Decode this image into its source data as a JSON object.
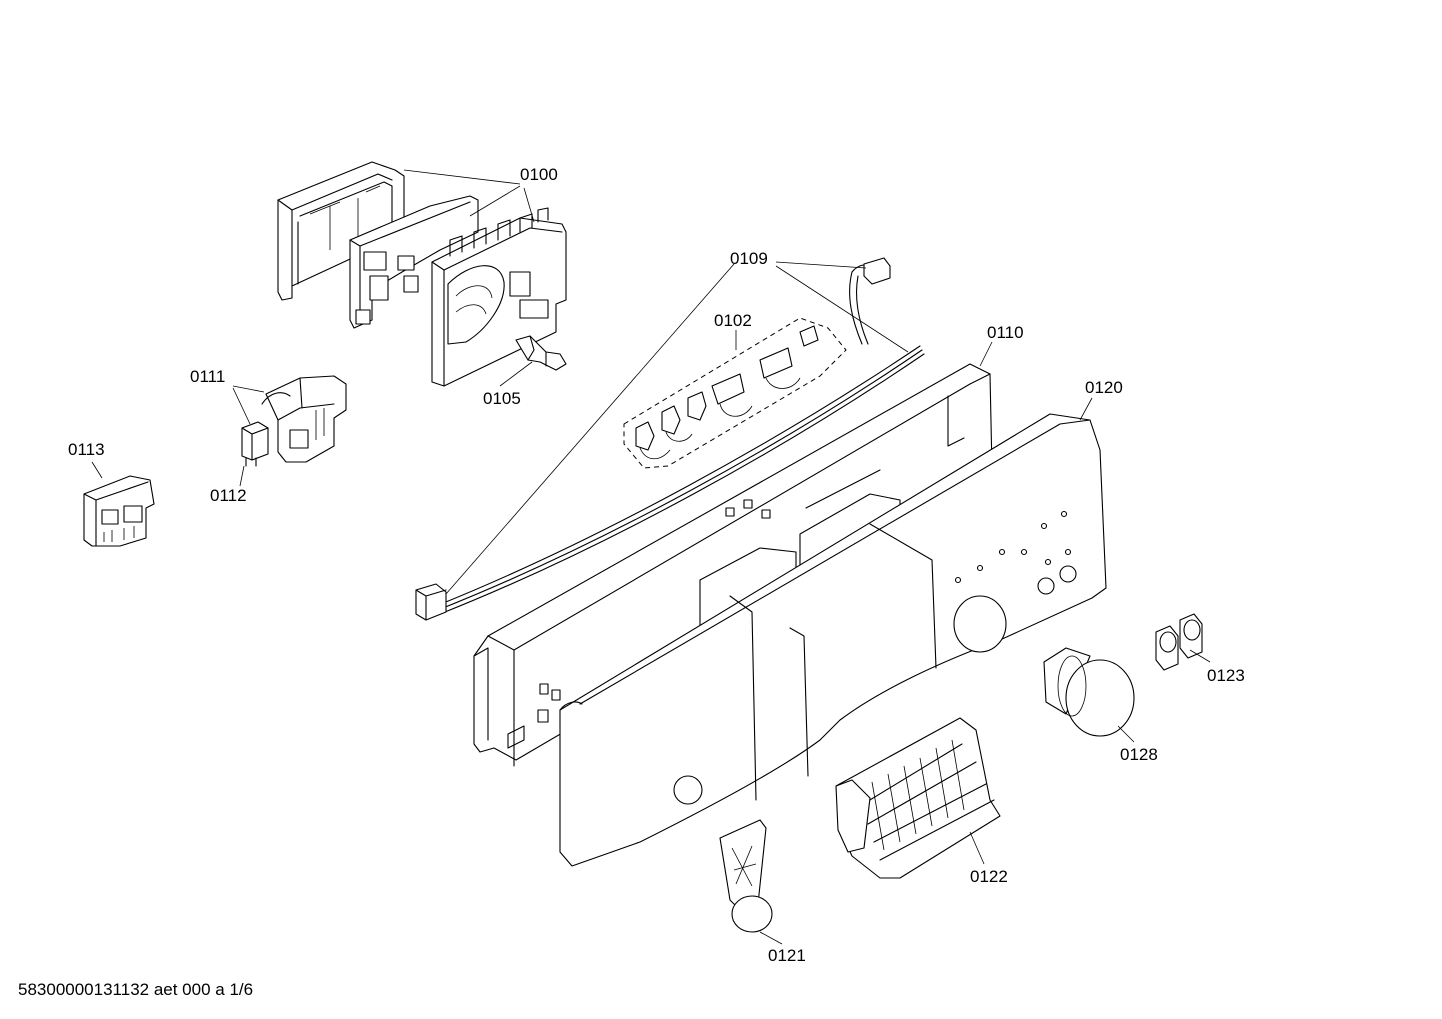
{
  "diagram": {
    "footer_text": "58300000131132 aet 000 a 1/6",
    "callouts": [
      {
        "id": "0100",
        "label": "0100"
      },
      {
        "id": "0109",
        "label": "0109"
      },
      {
        "id": "0102",
        "label": "0102"
      },
      {
        "id": "0110",
        "label": "0110"
      },
      {
        "id": "0111",
        "label": "0111"
      },
      {
        "id": "0105",
        "label": "0105"
      },
      {
        "id": "0120",
        "label": "0120"
      },
      {
        "id": "0113",
        "label": "0113"
      },
      {
        "id": "0112",
        "label": "0112"
      },
      {
        "id": "0123",
        "label": "0123"
      },
      {
        "id": "0128",
        "label": "0128"
      },
      {
        "id": "0122",
        "label": "0122"
      },
      {
        "id": "0121",
        "label": "0121"
      }
    ]
  }
}
